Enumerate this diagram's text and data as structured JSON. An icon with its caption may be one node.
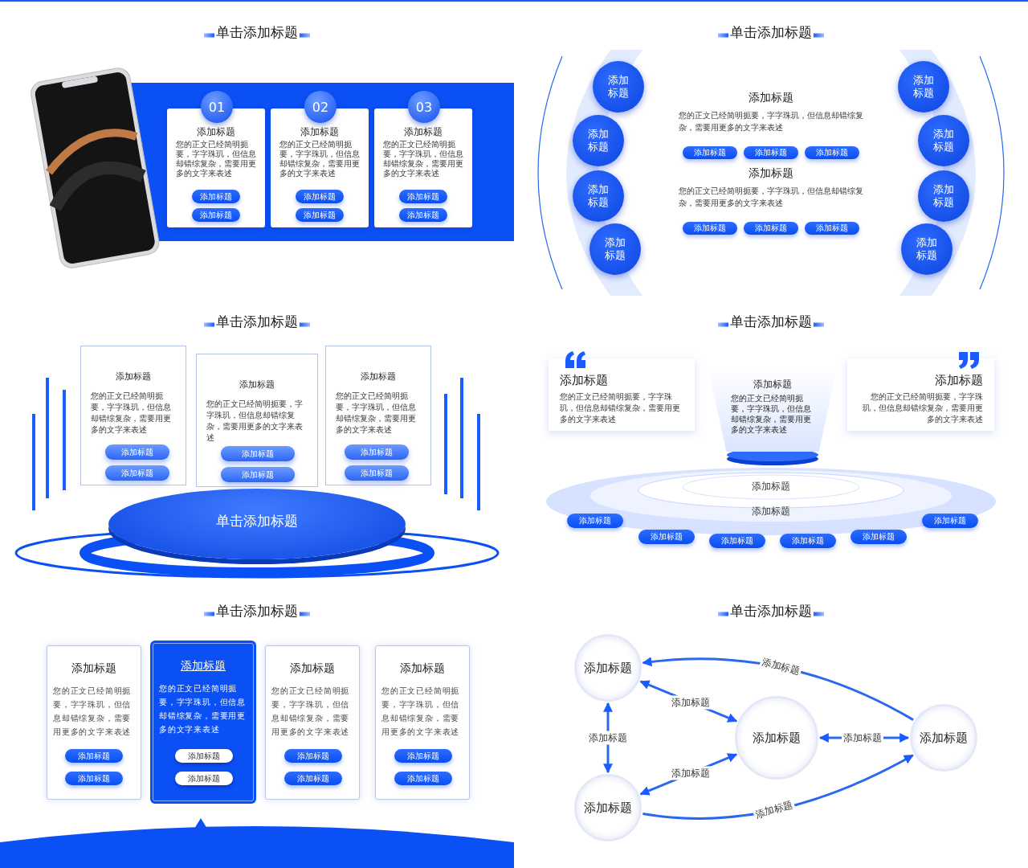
{
  "diagram": {
    "nodes": [
      {
        "text": [
          "添加标题",
          "您的正文已经简明扼要，字字珠玑，但信息却错综复杂，需要用更多的文字来表述"
        ]
      },
      {
        "text": [
          "01"
        ]
      },
      {
        "text": [
          "添加标题"
        ],
        "in": 0
      },
      {
        "text": [
          "添加标题"
        ],
        "in": 0
      },
      {
        "text": [
          "添加标题",
          "您的正文已经简明扼要，字字珠玑，但信息却错综复杂，需要用更多的文字来表述"
        ]
      },
      {
        "text": [
          "02"
        ]
      },
      {
        "text": [
          "添加标题"
        ],
        "in": 4
      },
      {
        "text": [
          "添加标题"
        ],
        "in": 4
      },
      {
        "text": [
          "添加标题",
          "您的正文已经简明扼要，字字珠玑，但信息却错综复杂，需要用更多的文字来表述"
        ]
      },
      {
        "text": [
          "03"
        ]
      },
      {
        "text": [
          "添加标题"
        ],
        "in": 8
      },
      {
        "text": [
          "添加标题"
        ],
        "in": 8
      },
      {
        "text": [
          "添加标题",
          "您的正文已经简明扼要，字字珠玑，但信息却错综复杂，需要用更多的文字来表述",
          "添加标题",
          "您的正文已经简明扼要，字字珠玑，但信息却错综复杂，需要用更多的文字来表述"
        ]
      },
      {
        "text": [
          "添加标题"
        ],
        "in": 12
      },
      {
        "text": [
          "添加标题"
        ],
        "in": 12
      },
      {
        "text": [
          "添加标题"
        ],
        "in": 12
      },
      {
        "text": [
          "添加标题"
        ],
        "in": 12
      },
      {
        "text": [
          "添加标题"
        ],
        "in": 12
      },
      {
        "text": [
          "添加标题"
        ],
        "in": 12
      },
      {
        "text": [
          "添加标题"
        ]
      },
      {
        "text": [
          "添加标题"
        ]
      },
      {
        "text": [
          "添加标题"
        ]
      },
      {
        "text": [
          "添加标题"
        ]
      },
      {
        "text": [
          "添加标题"
        ]
      },
      {
        "text": [
          "添加标题"
        ]
      },
      {
        "text": [
          "添加标题"
        ]
      },
      {
        "text": [
          "添加标题"
        ]
      },
      {
        "text": [
          "添加标题",
          "您的正文已经简明扼要，字字珠玑，但信息却错综复杂，需要用更多的文字来表述"
        ]
      },
      {
        "text": [
          "添加标题"
        ],
        "in": 27
      },
      {
        "text": [
          "添加标题"
        ],
        "in": 27
      },
      {
        "text": [
          "添加标题",
          "您的正文已经简明扼要，字字珠玑，但信息却错综复杂，需要用更多的文字来表述"
        ]
      },
      {
        "text": [
          "添加标题"
        ],
        "in": 30
      },
      {
        "text": [
          "添加标题"
        ],
        "in": 30
      },
      {
        "text": [
          "添加标题",
          "您的正文已经简明扼要，字字珠玑，但信息却错综复杂，需要用更多的文字来表述"
        ]
      },
      {
        "text": [
          "添加标题"
        ],
        "in": 33
      },
      {
        "text": [
          "添加标题"
        ],
        "in": 33
      },
      {
        "text": [
          "单击添加标题"
        ]
      },
      {
        "text": [
          "添加标题",
          "您的正文已经简明扼要，字字珠玑，但信息却错综复杂，需要用更多的文字来表述"
        ]
      },
      {
        "text": [
          "添加标题",
          "您的正文已经简明扼要，字字珠玑，但信息却错综复杂，需要用更多的文字来表述"
        ]
      },
      {
        "text": [
          "添加标题",
          "您的正文已经简明扼要，字字珠玑，但信息却错综复杂，需要用更多的文字来表述"
        ]
      },
      {
        "text": [
          "添加标题"
        ]
      },
      {
        "text": [
          "添加标题"
        ]
      },
      {
        "text": [
          "添加标题"
        ]
      },
      {
        "text": [
          "添加标题"
        ]
      },
      {
        "text": [
          "添加标题"
        ]
      },
      {
        "text": [
          "添加标题"
        ]
      },
      {
        "text": [
          "添加标题",
          "您的正文已经简明扼要，字字珠玑，但信息却错综复杂，需要用更多的文字来表述"
        ]
      },
      {
        "text": [
          "添加标题"
        ],
        "in": 46
      },
      {
        "text": [
          "添加标题"
        ],
        "in": 46
      },
      {
        "text": [
          "添加标题",
          "您的正文已经简明扼要，字字珠玑，但信息却错综复杂，需要用更多的文字来表述"
        ]
      },
      {
        "text": [
          "添加标题"
        ],
        "in": 49
      },
      {
        "text": [
          "添加标题"
        ],
        "in": 49
      },
      {
        "text": [
          "添加标题",
          "您的正文已经简明扼要，字字珠玑，但信息却错综复杂，需要用更多的文字来表述"
        ]
      },
      {
        "text": [
          "添加标题"
        ],
        "in": 52
      },
      {
        "text": [
          "添加标题"
        ],
        "in": 52
      },
      {
        "text": [
          "添加标题",
          "您的正文已经简明扼要，字字珠玑，但信息却错综复杂，需要用更多的文字来表述"
        ]
      },
      {
        "text": [
          "添加标题"
        ],
        "in": 55
      },
      {
        "text": [
          "添加标题"
        ],
        "in": 55
      },
      {
        "text": [
          "添加标题"
        ]
      },
      {
        "text": [
          "添加标题"
        ]
      },
      {
        "text": [
          "添加标题"
        ]
      },
      {
        "text": [
          "添加标题"
        ]
      }
    ],
    "edges": [
      {
        "from": 61,
        "to": 58,
        "arrow": "to",
        "label": "添加标题"
      },
      {
        "from": 58,
        "to": 60,
        "arrow": "both",
        "label": "添加标题"
      },
      {
        "from": 58,
        "to": 59,
        "arrow": "both",
        "label": "添加标题"
      },
      {
        "from": 59,
        "to": 60,
        "arrow": "both",
        "label": "添加标题"
      },
      {
        "from": 60,
        "to": 61,
        "arrow": "both",
        "label": "添加标题"
      },
      {
        "from": 59,
        "to": 61,
        "arrow": "to",
        "label": "添加标题"
      }
    ],
    "labels": [
      "单击添加标题",
      "单击添加标题",
      "单击添加标题",
      "单击添加标题",
      "添加标题",
      "添加标题",
      "单击添加标题",
      "单击添加标题"
    ]
  }
}
